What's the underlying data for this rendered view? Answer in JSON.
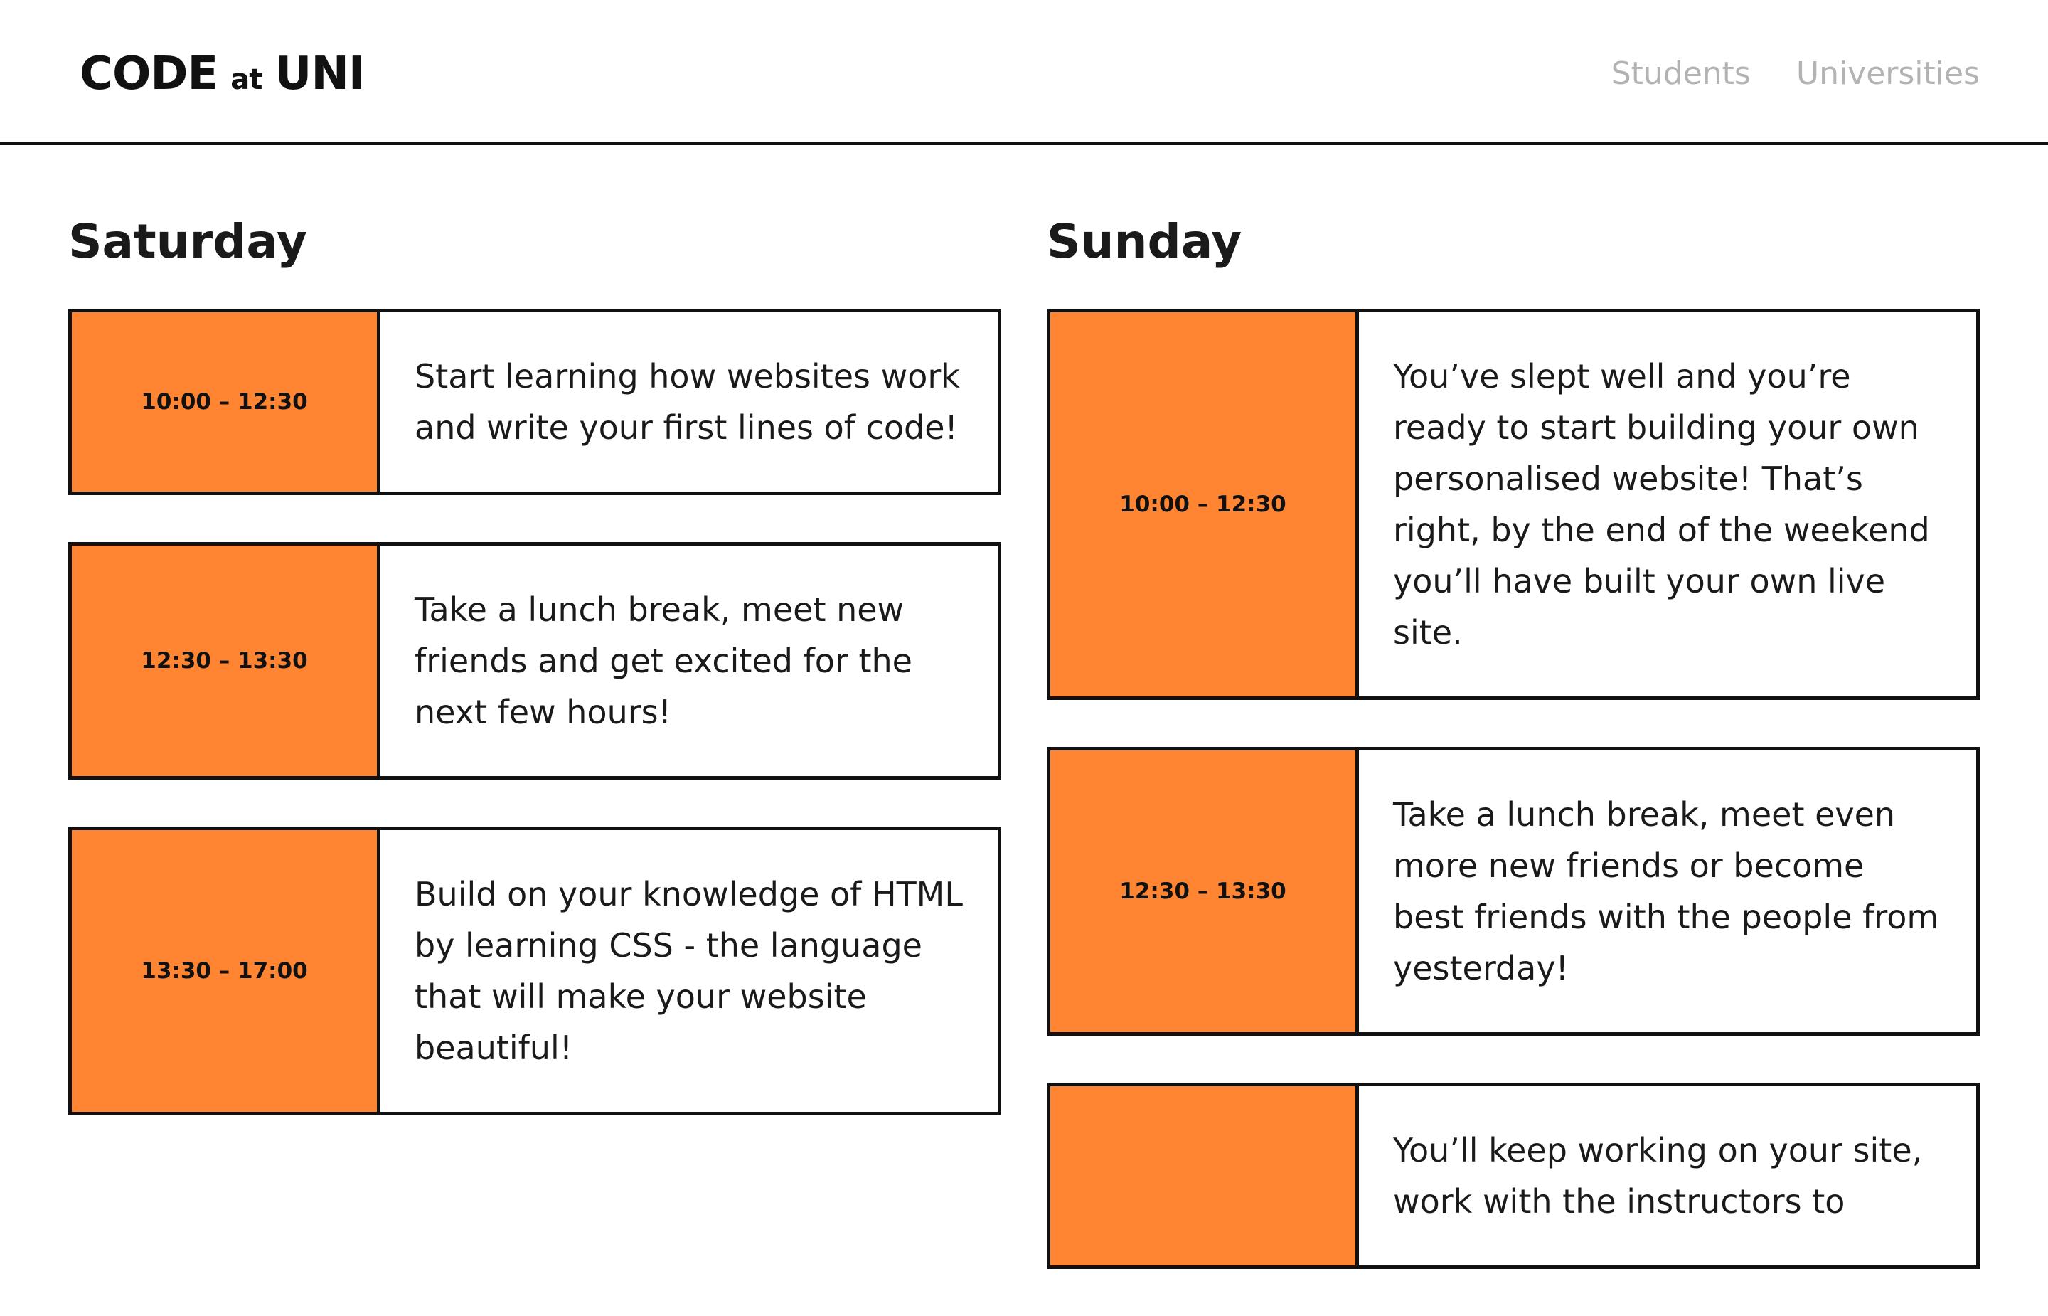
{
  "header": {
    "logo_main": "CODE",
    "logo_at": "at",
    "logo_end": "UNI",
    "nav": [
      {
        "label": "Students"
      },
      {
        "label": "Universities"
      }
    ]
  },
  "schedule": {
    "saturday": {
      "title": "Saturday",
      "slots": [
        {
          "time": "10:00 – 12:30",
          "text": "Start learning how websites work and write your first lines of code!"
        },
        {
          "time": "12:30 – 13:30",
          "text": "Take a lunch break, meet new friends and get excited for the next few hours!"
        },
        {
          "time": "13:30 – 17:00",
          "text": "Build on your knowledge of HTML by learning CSS - the language that will make your website beautiful!"
        }
      ]
    },
    "sunday": {
      "title": "Sunday",
      "slots": [
        {
          "time": "10:00 – 12:30",
          "text": "You’ve slept well and you’re ready to start building your own personalised website! That’s right, by the end of the weekend you’ll have built your own live site."
        },
        {
          "time": "12:30 – 13:30",
          "text": "Take a lunch break, meet even more new friends or become best friends with the people from yesterday!"
        },
        {
          "time": "",
          "text": "You’ll keep working on your site, work with the instructors to"
        }
      ]
    }
  },
  "colors": {
    "accent": "#ff8533",
    "border": "#111111",
    "nav_text": "#b3b3b3"
  }
}
